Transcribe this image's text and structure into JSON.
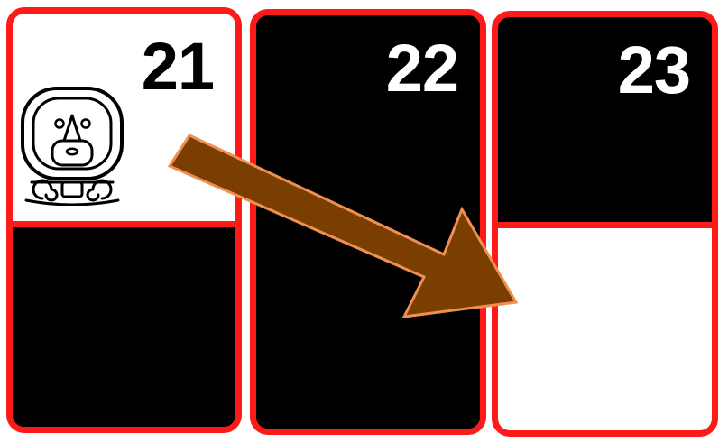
{
  "panels": [
    {
      "number": "21",
      "glyph_position": "top"
    },
    {
      "number": "22",
      "glyph_position": "none"
    },
    {
      "number": "23",
      "glyph_position": "bottom"
    }
  ],
  "glyph": {
    "icon": "maya-day-glyph-icon"
  },
  "arrow": {
    "icon": "brown-arrow-icon",
    "from": "21",
    "to": "23",
    "color": "#7a3f00",
    "outline": "#f09050"
  },
  "colors": {
    "frame": "#ff1a1a",
    "dark": "#000000",
    "light": "#ffffff"
  }
}
